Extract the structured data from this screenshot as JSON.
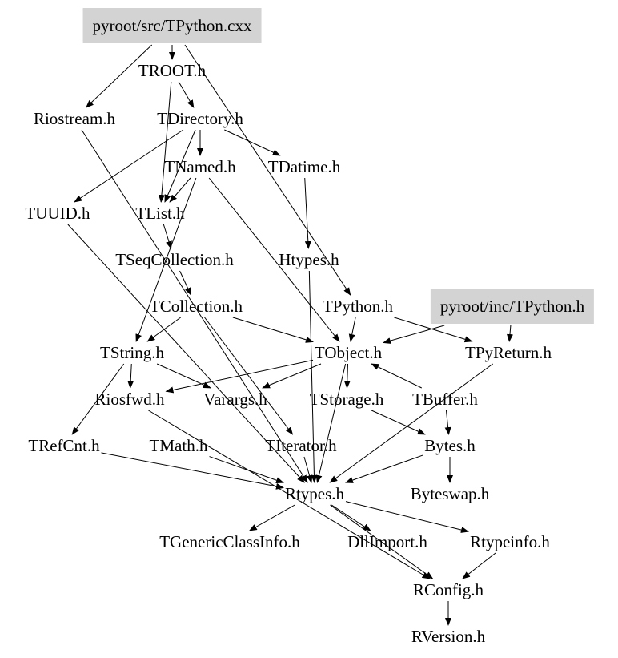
{
  "graph": {
    "title": "Include dependency graph",
    "highlight_color": "#d3d3d3",
    "nodes": [
      {
        "id": "src_tpython",
        "label": "pyroot/src/TPython.cxx",
        "highlighted": true
      },
      {
        "id": "troot",
        "label": "TROOT.h"
      },
      {
        "id": "riostream",
        "label": "Riostream.h"
      },
      {
        "id": "tdirectory",
        "label": "TDirectory.h"
      },
      {
        "id": "tnamed",
        "label": "TNamed.h"
      },
      {
        "id": "tdatime",
        "label": "TDatime.h"
      },
      {
        "id": "tuuid",
        "label": "TUUID.h"
      },
      {
        "id": "tlist",
        "label": "TList.h"
      },
      {
        "id": "tseqcollection",
        "label": "TSeqCollection.h"
      },
      {
        "id": "htypes",
        "label": "Htypes.h"
      },
      {
        "id": "tcollection",
        "label": "TCollection.h"
      },
      {
        "id": "tpython_h",
        "label": "TPython.h"
      },
      {
        "id": "inc_tpython",
        "label": "pyroot/inc/TPython.h",
        "highlighted": true
      },
      {
        "id": "tstring",
        "label": "TString.h"
      },
      {
        "id": "tobject",
        "label": "TObject.h"
      },
      {
        "id": "tpyreturn",
        "label": "TPyReturn.h"
      },
      {
        "id": "riosfwd",
        "label": "Riosfwd.h"
      },
      {
        "id": "varargs",
        "label": "Varargs.h"
      },
      {
        "id": "tstorage",
        "label": "TStorage.h"
      },
      {
        "id": "tbuffer",
        "label": "TBuffer.h"
      },
      {
        "id": "trefcnt",
        "label": "TRefCnt.h"
      },
      {
        "id": "tmath",
        "label": "TMath.h"
      },
      {
        "id": "titerator",
        "label": "TIterator.h"
      },
      {
        "id": "bytes",
        "label": "Bytes.h"
      },
      {
        "id": "rtypes",
        "label": "Rtypes.h"
      },
      {
        "id": "byteswap",
        "label": "Byteswap.h"
      },
      {
        "id": "tgenericclassinfo",
        "label": "TGenericClassInfo.h"
      },
      {
        "id": "dllimport",
        "label": "DllImport.h"
      },
      {
        "id": "rtypeinfo",
        "label": "Rtypeinfo.h"
      },
      {
        "id": "rconfig",
        "label": "RConfig.h"
      },
      {
        "id": "rversion",
        "label": "RVersion.h"
      }
    ],
    "edges": [
      [
        "src_tpython",
        "troot"
      ],
      [
        "src_tpython",
        "riostream"
      ],
      [
        "src_tpython",
        "tpython_h"
      ],
      [
        "troot",
        "tdirectory"
      ],
      [
        "troot",
        "tlist"
      ],
      [
        "tdirectory",
        "tnamed"
      ],
      [
        "tdirectory",
        "tdatime"
      ],
      [
        "tdirectory",
        "tuuid"
      ],
      [
        "tdirectory",
        "tlist"
      ],
      [
        "tnamed",
        "tlist"
      ],
      [
        "tnamed",
        "tstring"
      ],
      [
        "tnamed",
        "tobject"
      ],
      [
        "tdatime",
        "htypes"
      ],
      [
        "tuuid",
        "rtypes"
      ],
      [
        "tlist",
        "tseqcollection"
      ],
      [
        "tseqcollection",
        "tcollection"
      ],
      [
        "tcollection",
        "tobject"
      ],
      [
        "tcollection",
        "tstring"
      ],
      [
        "tcollection",
        "titerator"
      ],
      [
        "htypes",
        "rtypes"
      ],
      [
        "tpython_h",
        "tobject"
      ],
      [
        "tpython_h",
        "tpyreturn"
      ],
      [
        "inc_tpython",
        "tobject"
      ],
      [
        "inc_tpython",
        "tpyreturn"
      ],
      [
        "tstring",
        "varargs"
      ],
      [
        "tstring",
        "riosfwd"
      ],
      [
        "tstring",
        "trefcnt"
      ],
      [
        "tobject",
        "varargs"
      ],
      [
        "tobject",
        "tstorage"
      ],
      [
        "tobject",
        "rtypes"
      ],
      [
        "tobject",
        "riosfwd"
      ],
      [
        "tbuffer",
        "tobject"
      ],
      [
        "tpyreturn",
        "rtypes"
      ],
      [
        "riostream",
        "rtypes"
      ],
      [
        "riosfwd",
        "rconfig"
      ],
      [
        "trefcnt",
        "rtypes"
      ],
      [
        "tmath",
        "rtypes"
      ],
      [
        "titerator",
        "rtypes"
      ],
      [
        "tstorage",
        "bytes"
      ],
      [
        "tbuffer",
        "bytes"
      ],
      [
        "bytes",
        "byteswap"
      ],
      [
        "bytes",
        "rtypes"
      ],
      [
        "rtypes",
        "tgenericclassinfo"
      ],
      [
        "rtypes",
        "dllimport"
      ],
      [
        "rtypes",
        "rtypeinfo"
      ],
      [
        "rtypes",
        "rconfig"
      ],
      [
        "rtypeinfo",
        "rconfig"
      ],
      [
        "rconfig",
        "rversion"
      ]
    ]
  }
}
